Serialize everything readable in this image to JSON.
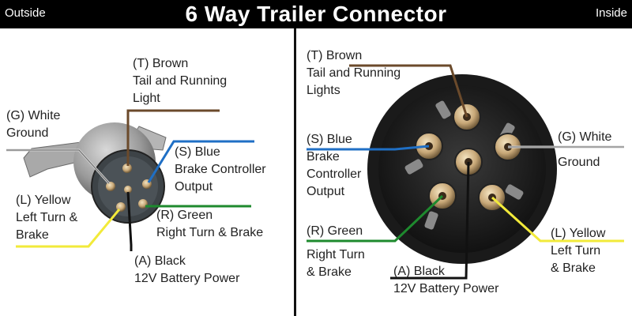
{
  "header": {
    "outside_label": "Outside",
    "title": "6 Way Trailer Connector",
    "inside_label": "Inside"
  },
  "colors": {
    "brown": "#6b4a2b",
    "blue": "#1f6fc5",
    "white": "#d8d8d8",
    "yellow": "#f2ea3a",
    "green": "#1e8a2e",
    "black": "#111111"
  },
  "outside": {
    "t": [
      "(T) Brown",
      "Tail and Running",
      "Light"
    ],
    "g": [
      "(G) White",
      "Ground"
    ],
    "s": [
      "(S) Blue",
      "Brake Controller",
      "Output"
    ],
    "l": [
      "(L) Yellow",
      "Left Turn &",
      "Brake"
    ],
    "r": [
      "(R) Green",
      "Right Turn & Brake"
    ],
    "a": [
      "(A) Black",
      "12V Battery Power"
    ]
  },
  "inside": {
    "t": [
      "(T) Brown",
      "Tail and Running",
      "Lights"
    ],
    "s": [
      "(S) Blue",
      "Brake",
      "Controller",
      "Output"
    ],
    "g": [
      "(G) White",
      "Ground"
    ],
    "r": [
      "(R) Green",
      "Right Turn",
      "& Brake"
    ],
    "a": [
      "(A) Black",
      "12V Battery Power"
    ],
    "l": [
      "(L) Yellow",
      "Left Turn",
      "& Brake"
    ]
  }
}
